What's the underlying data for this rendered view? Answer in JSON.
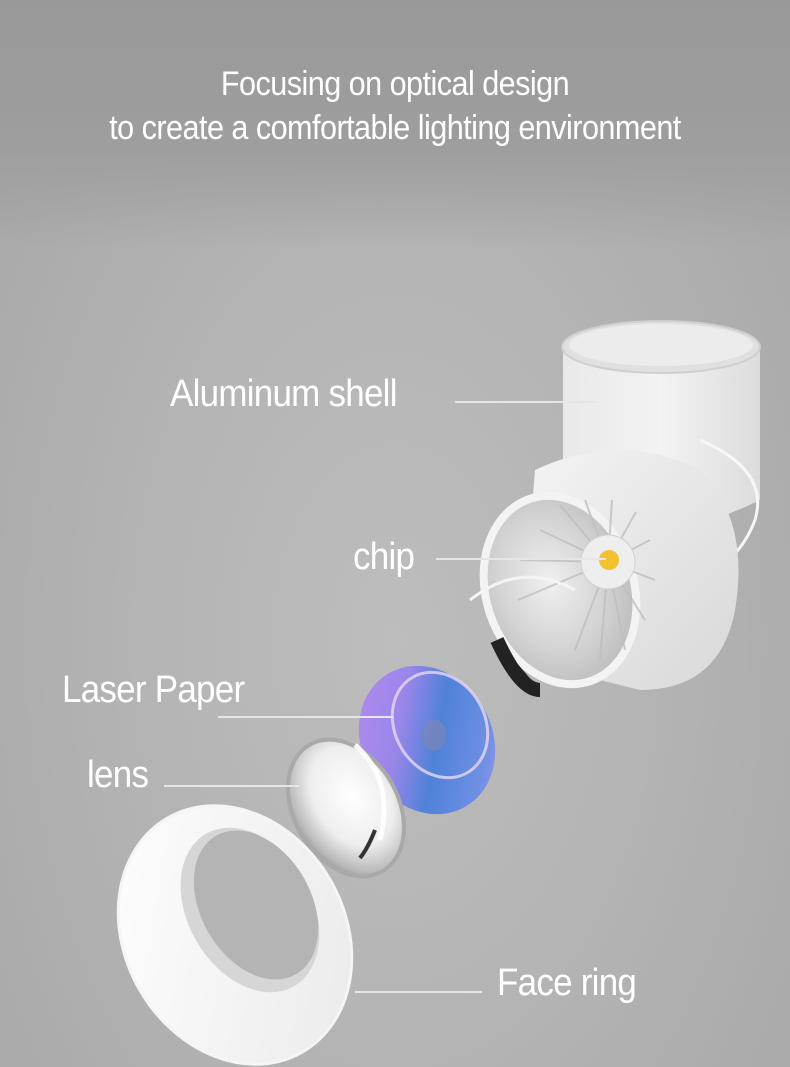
{
  "headline": {
    "line1": "Focusing on optical design",
    "line2": "to create a comfortable lighting environment"
  },
  "labels": {
    "aluminum_shell": "Aluminum shell",
    "chip": "chip",
    "laser_paper": "Laser Paper",
    "lens": "lens",
    "face_ring": "Face ring"
  },
  "colors": {
    "background": "#b3b3b3",
    "text": "#ffffff",
    "chip_led": "#f2c230",
    "laser_paper_purple": "#a77be8",
    "laser_paper_blue": "#4d7fd6"
  }
}
